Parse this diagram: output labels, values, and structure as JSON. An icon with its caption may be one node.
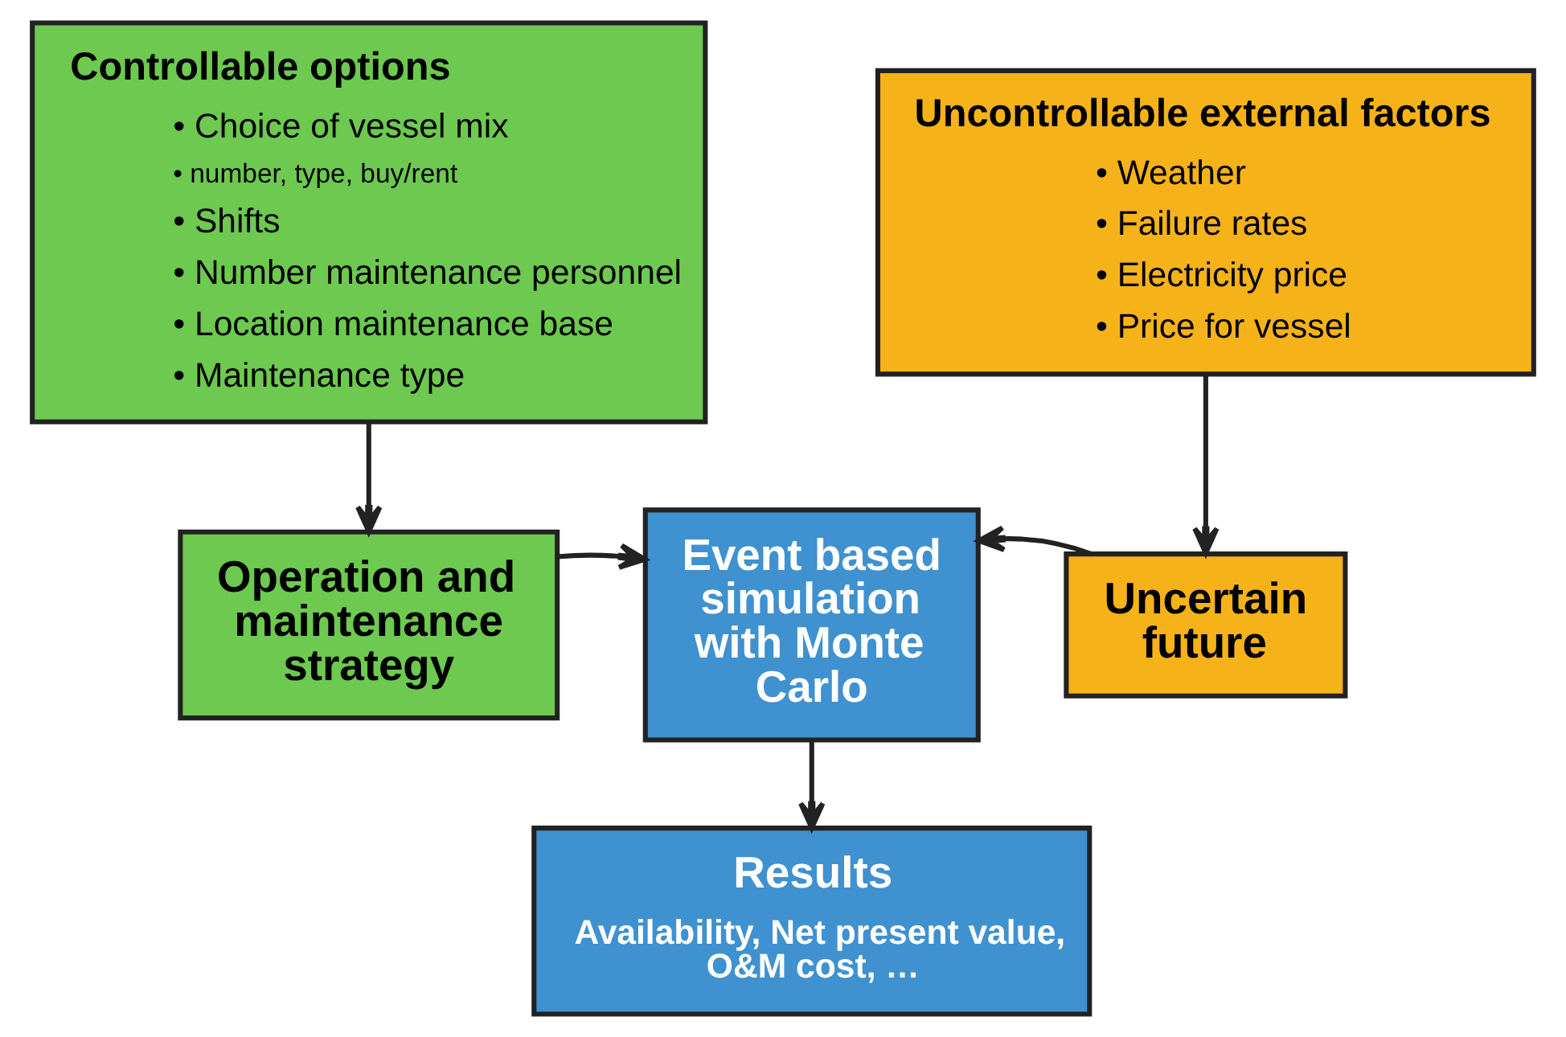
{
  "diagram": {
    "nodes": [
      {
        "text": [
          "Controllable options",
          "• Choice of vessel mix",
          "• number, type, buy/rent",
          "• Shifts",
          "• Number maintenance personnel",
          "• Location maintenance base",
          "• Maintenance type"
        ]
      },
      {
        "text": [
          "Uncontrollable external factors",
          "• Weather",
          "• Failure rates",
          "• Electricity price",
          "• Price for vessel"
        ]
      },
      {
        "text": [
          "Operation and maintenance strategy"
        ]
      },
      {
        "text": [
          "Event based simulation with Monte Carlo"
        ]
      },
      {
        "text": [
          "Uncertain future"
        ]
      },
      {
        "text": [
          "Results",
          "Availability, Net present value, O&M cost, …"
        ]
      }
    ],
    "edges": [
      {
        "from": 0,
        "to": 2,
        "arrow": "to"
      },
      {
        "from": 1,
        "to": 4,
        "arrow": "to"
      },
      {
        "from": 2,
        "to": 3,
        "arrow": "to"
      },
      {
        "from": 4,
        "to": 3,
        "arrow": "to"
      },
      {
        "from": 3,
        "to": 5,
        "arrow": "to"
      }
    ]
  }
}
